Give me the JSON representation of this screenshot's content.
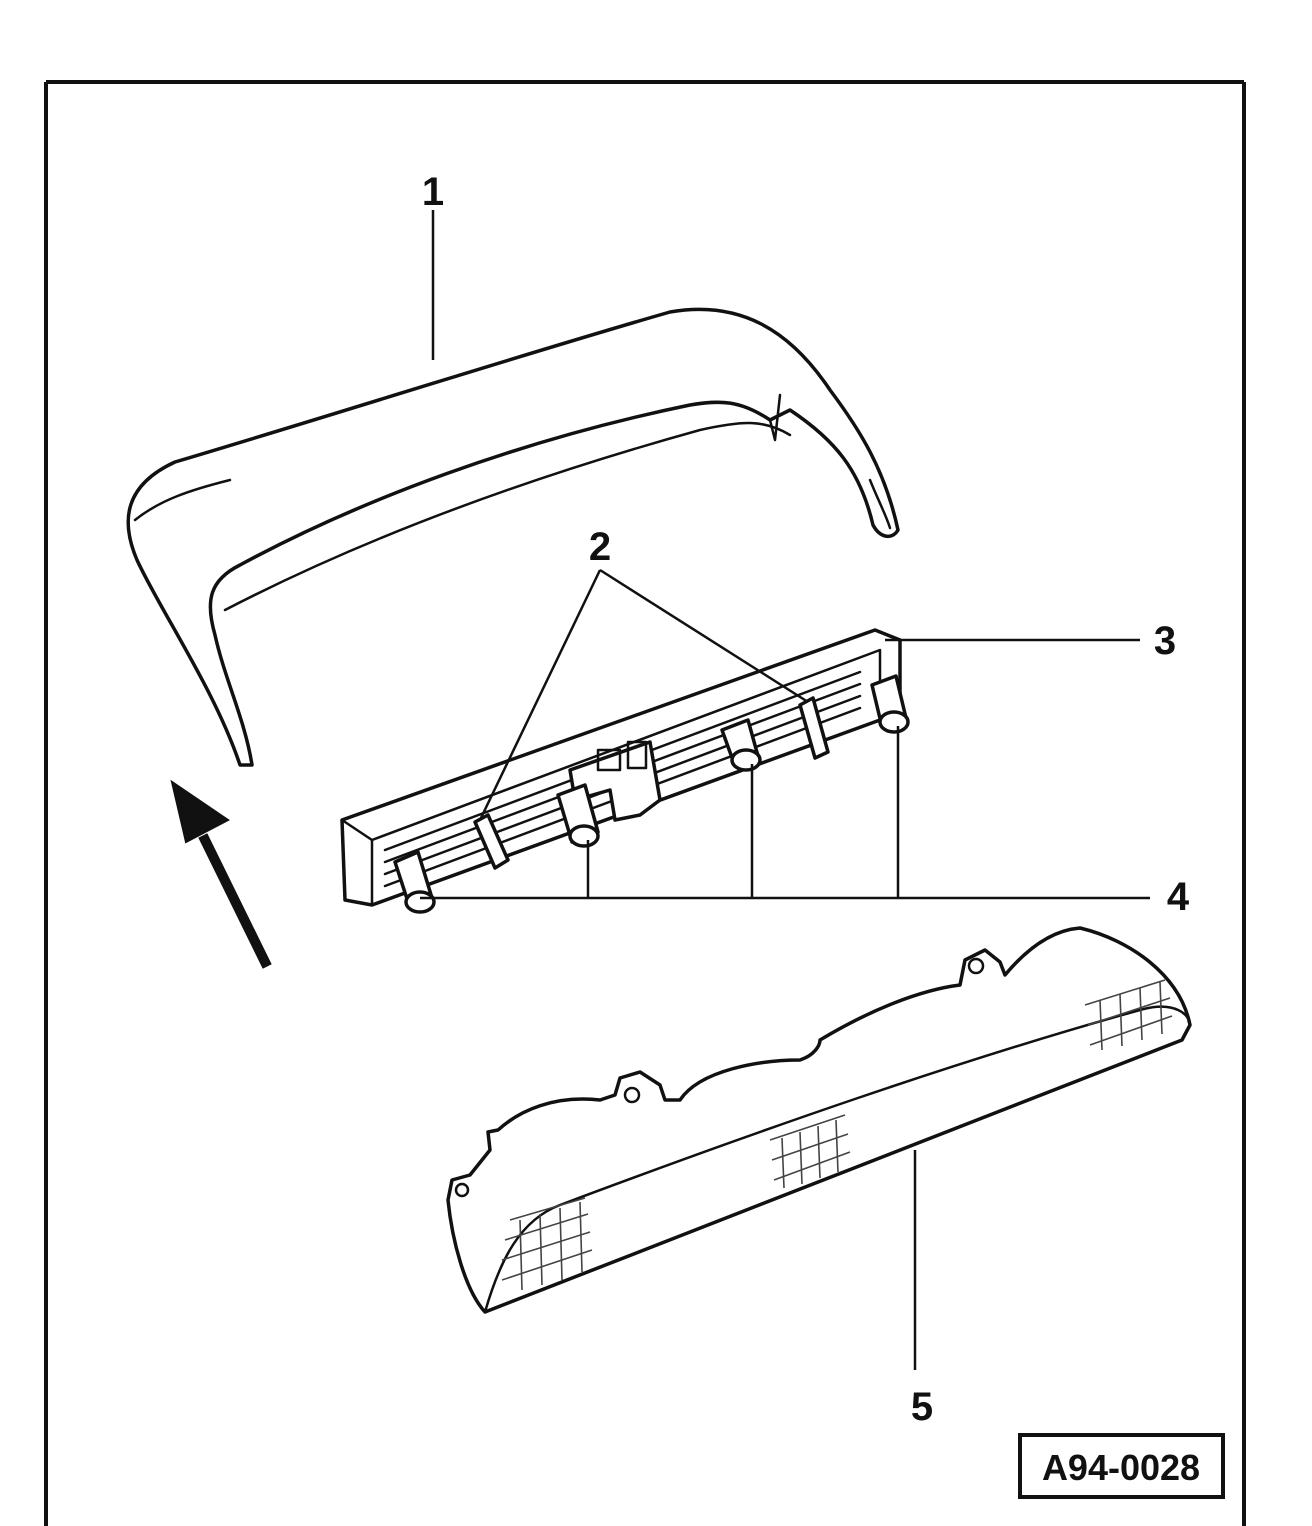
{
  "figure": {
    "reference_code": "A94-0028",
    "callouts": [
      {
        "id": "1",
        "label": "1"
      },
      {
        "id": "2",
        "label": "2"
      },
      {
        "id": "3",
        "label": "3"
      },
      {
        "id": "4",
        "label": "4"
      },
      {
        "id": "5",
        "label": "5"
      }
    ],
    "parts": [
      "cover",
      "clips",
      "bulb-holder-carrier",
      "bulbs",
      "lens-housing"
    ],
    "arrow": "direction-arrow"
  },
  "colors": {
    "line": "#111111",
    "paper": "#ffffff"
  }
}
